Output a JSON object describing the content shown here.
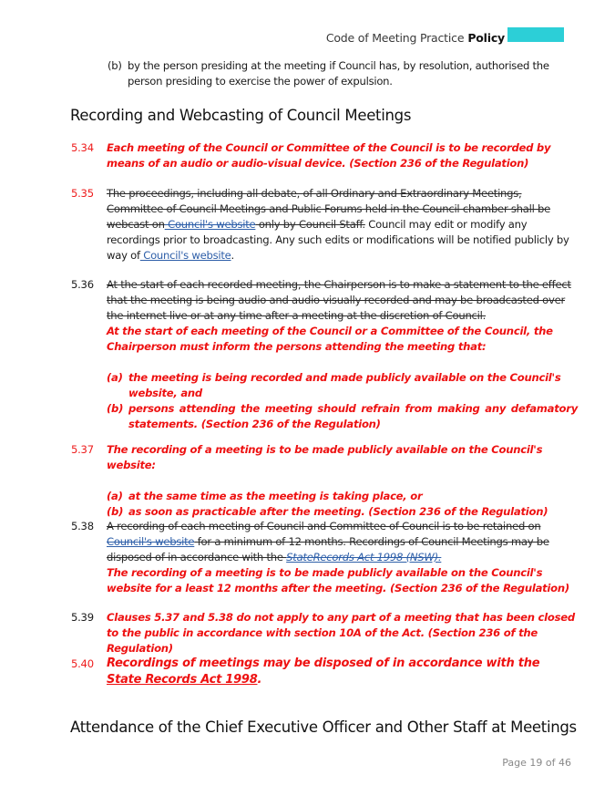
{
  "header": {
    "title_regular": "Code of Meeting Practice",
    "title_bold": "Policy",
    "accent_color": "#2ccfd7"
  },
  "intro_item": {
    "label": "(b)",
    "text": "by the person presiding at the meeting if Council has, by resolution, authorised the person presiding to exercise the power of expulsion."
  },
  "section_heading": "Recording and Webcasting of Council Meetings",
  "clauses": {
    "c534": {
      "number": "5.34",
      "added": "Each meeting of the Council or Committee of the Council is to be recorded by means of an audio or audio-visual device. (Section 236 of the Regulation)"
    },
    "c535": {
      "number": "5.35",
      "struck_a": "The proceedings, including all debate, of all Ordinary and Extraordinary Meetings, Committee of Council Meetings and Public Forums held in the Council chamber shall be webcast on",
      "struck_link": " Council's website",
      "struck_b": " only by Council Staff.",
      "kept": " Council may edit or modify any recordings prior to broadcasting. Any such edits or modifications will be notified publicly by way of",
      "link": " Council's website",
      "end": "."
    },
    "c536": {
      "number": "5.36",
      "struck": "At the start of each recorded meeting, the Chairperson is to make a statement to the effect that the meeting is being audio and audio visually recorded and may be broadcasted over the internet live or at any time after a meeting at the discretion of Council.",
      "added": "At the start of each meeting of the Council or a Committee of the Council, the Chairperson must inform the persons attending the meeting that:",
      "items": [
        {
          "label": "(a)",
          "text": "the meeting is being recorded and made publicly available on the Council's website, and"
        },
        {
          "label": "(b)",
          "text": "persons attending the meeting should refrain from making any defamatory statements.  (Section 236 of the Regulation)"
        }
      ]
    },
    "c537": {
      "number": "5.37",
      "added": "The recording of a meeting is to be made publicly available on the Council's website:",
      "items": [
        {
          "label": "(a)",
          "text": "at the same time as the meeting is taking place, or"
        },
        {
          "label": "(b)",
          "text": "as soon as practicable after the meeting.  (Section 236 of the Regulation)"
        }
      ]
    },
    "c538": {
      "number": "5.38",
      "struck_a": "A recording of each meeting of Council and Committee of Council is to be retained on ",
      "struck_link": "Council's website",
      "struck_b": " for a minimum of 12 months. Recordings of Council Meetings may be disposed of in accordance with the ",
      "struck_act": "StateRecords Act 1998 (NSW).",
      "added": "The recording of a meeting is to be made publicly available on the Council's website for a least 12 months after the meeting.  (Section 236 of the Regulation)"
    },
    "c539": {
      "number": "5.39",
      "added": "Clauses 5.37 and 5.38 do not apply to any part of a meeting that has been closed to the public in accordance with section 10A of the Act. (Section 236 of the Regulation)"
    },
    "c540": {
      "number": "5.40",
      "added": "Recordings of meetings may be disposed of in accordance with the ",
      "act_link": "State Records Act 1998",
      "end": "."
    }
  },
  "next_heading": "Attendance of the Chief Executive Officer and Other Staff at Meetings",
  "footer": {
    "page": "Page 19 of 46"
  },
  "colors": {
    "added_text": "#ee1111",
    "link": "#2d5ea8",
    "accent": "#2ccfd7"
  }
}
